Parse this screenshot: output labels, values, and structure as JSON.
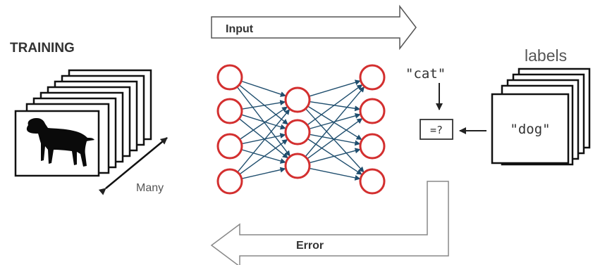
{
  "training": {
    "title": "TRAINING",
    "many_label": "Many"
  },
  "input_arrow": {
    "label": "Input"
  },
  "error_arrow": {
    "label": "Error"
  },
  "labels_stack": {
    "title": "labels",
    "card_text": "\"dog\""
  },
  "comparison": {
    "target_label": "\"cat\"",
    "compare_text": "=?"
  },
  "network": {
    "layers": [
      4,
      3,
      4
    ],
    "node_color": "#d32f2f",
    "edge_color": "#1f4e6e"
  }
}
